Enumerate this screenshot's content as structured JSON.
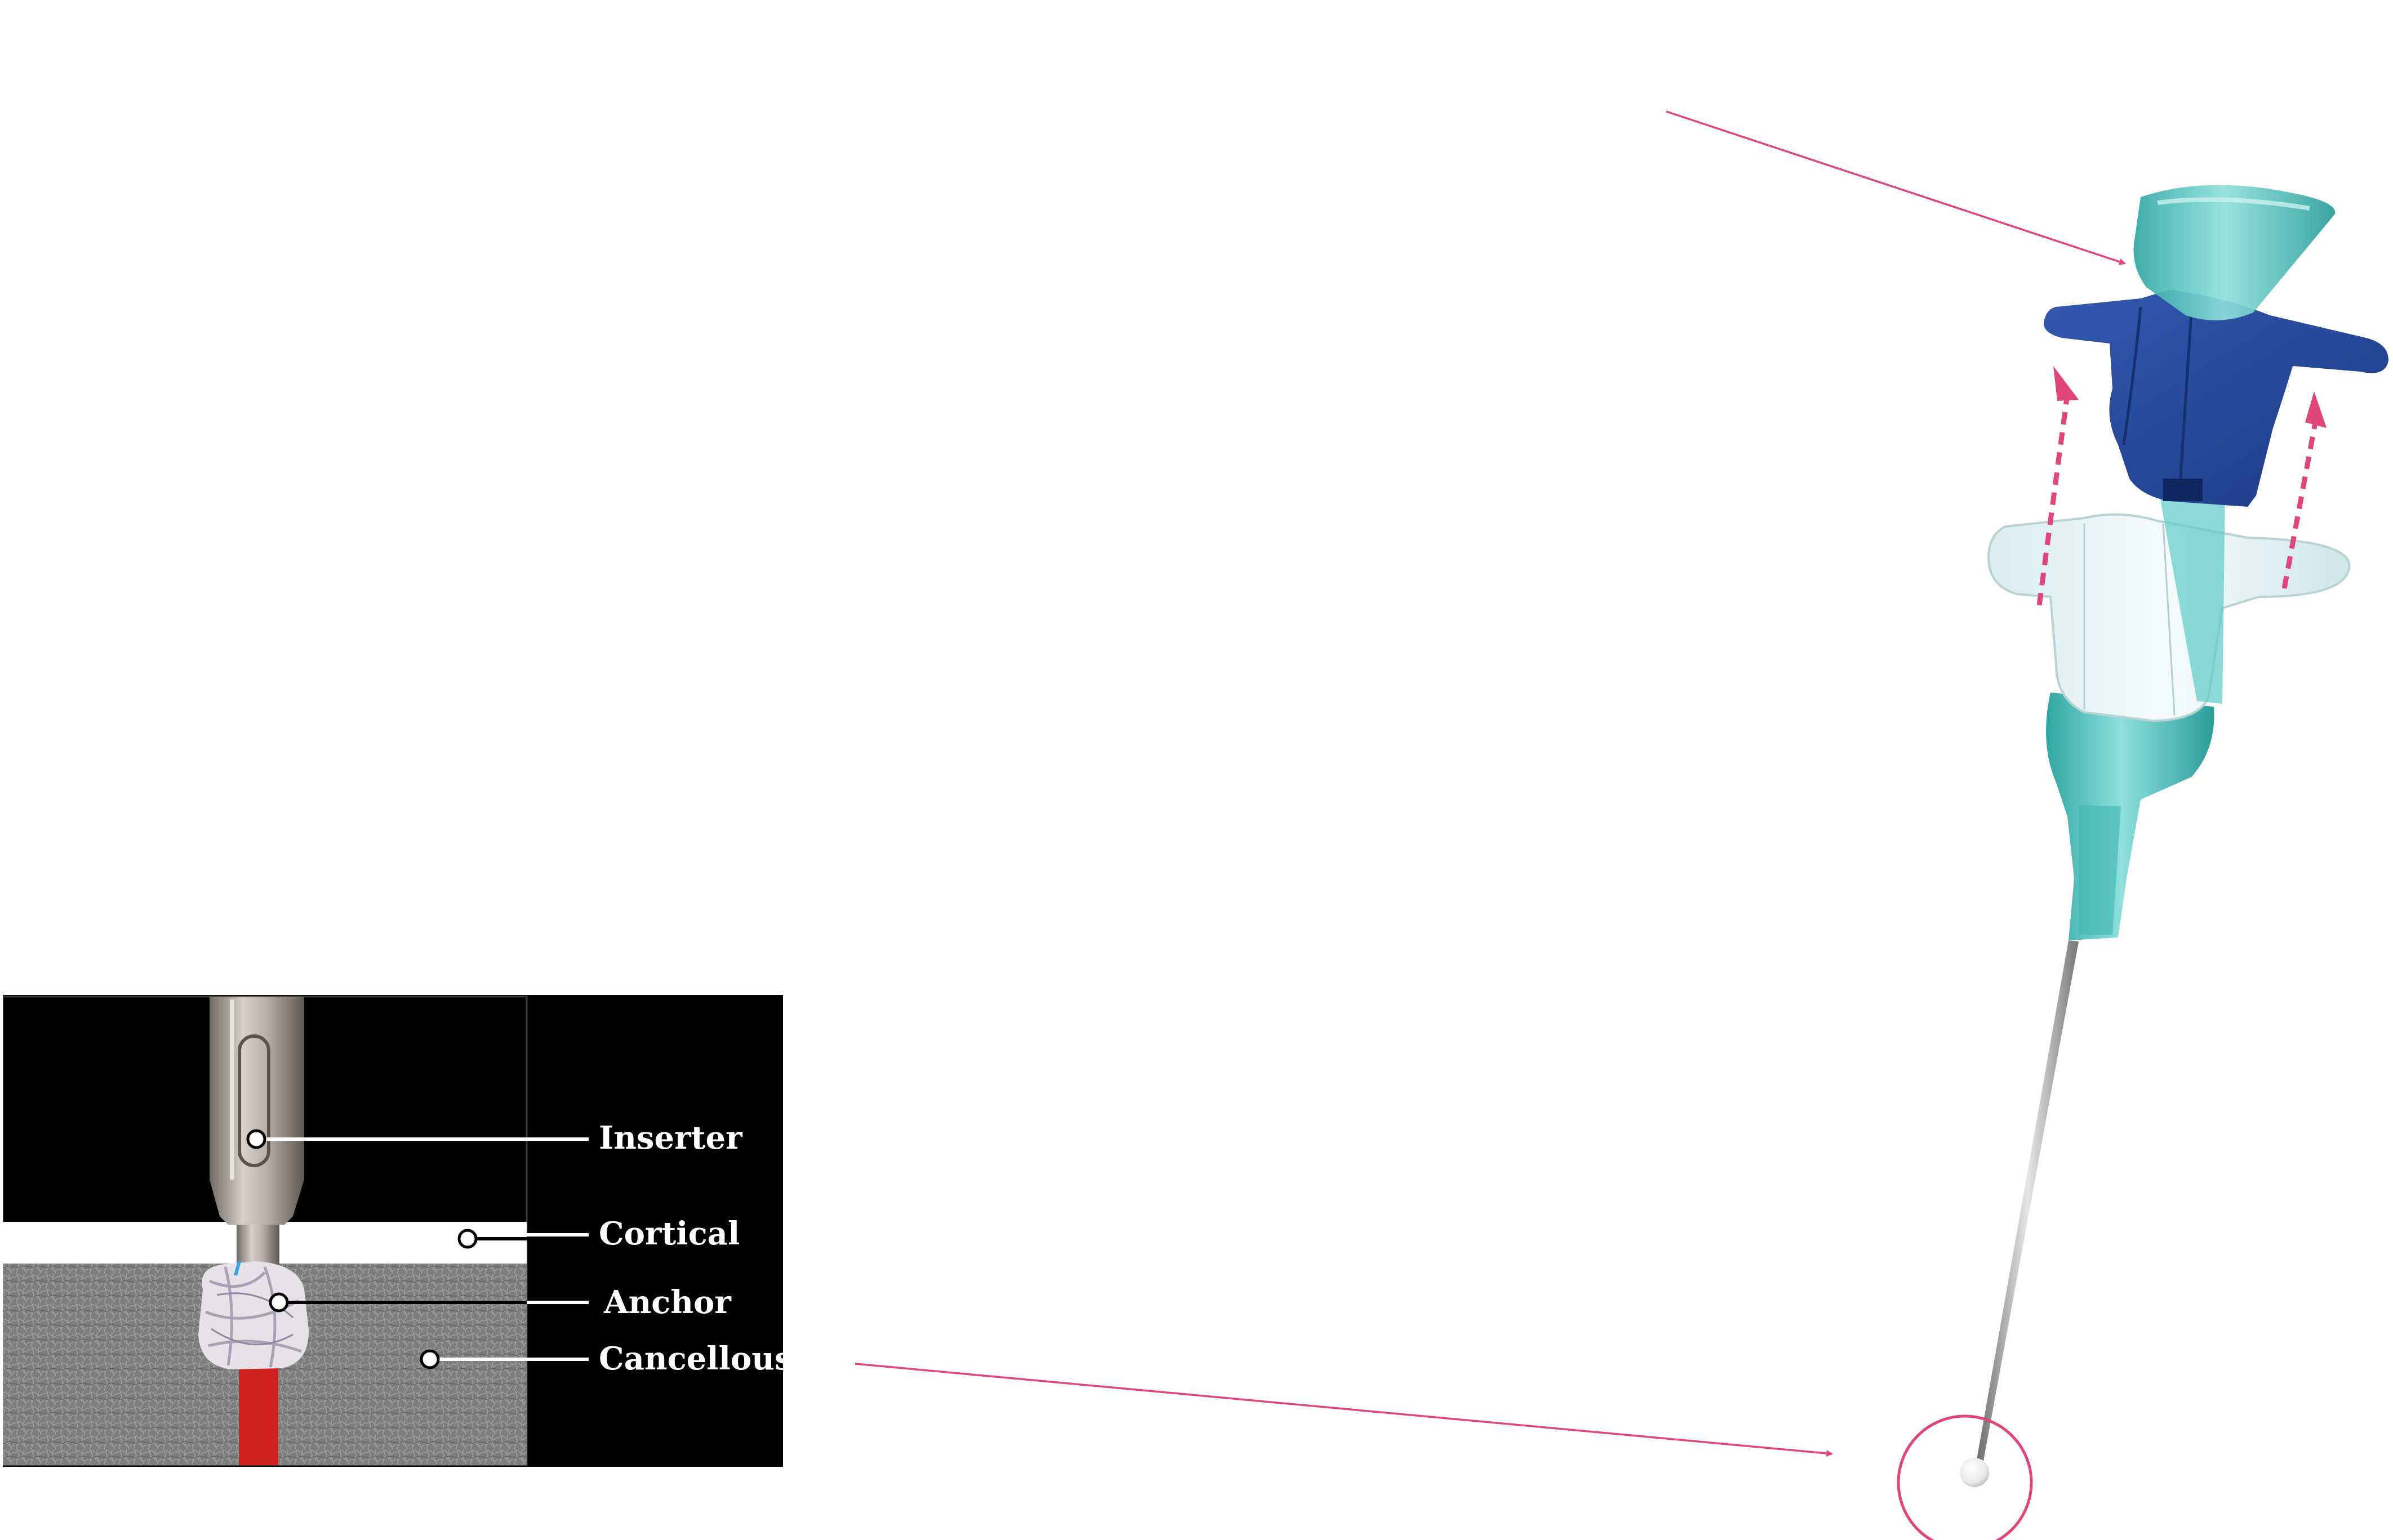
{
  "inset": {
    "labels": {
      "inserter": "Inserter",
      "cortical": "Cortical",
      "anchor": "Anchor",
      "cancellous": "Cancellous"
    }
  },
  "colors": {
    "arrow": "#e0457b",
    "blue_handle": "#23479a",
    "teal_body": "#58c9c4",
    "inset_background": "#000000",
    "bone_gray": "#7e7e7e",
    "suture_red": "#d2221f"
  }
}
